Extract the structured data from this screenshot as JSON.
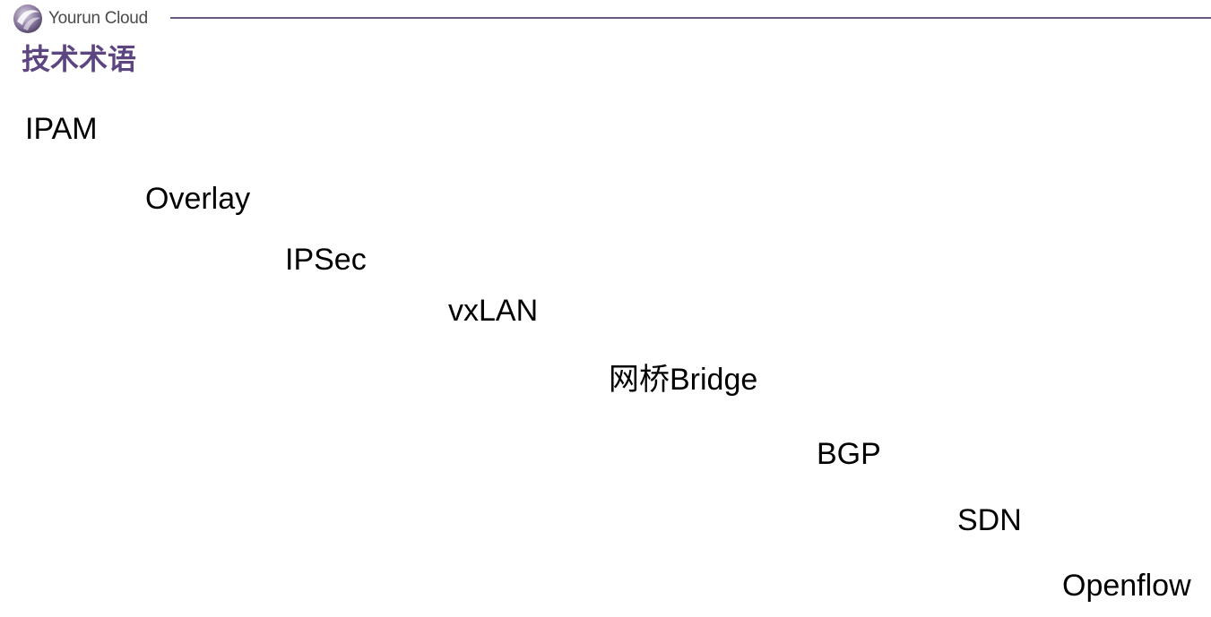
{
  "header": {
    "logo_text": "Yourun Cloud",
    "logo_icon": "yourun-cloud-logo-icon",
    "accent_color": "#6b5a80"
  },
  "slide": {
    "title": "技术术语",
    "title_color": "#5c4580",
    "terms": [
      "IPAM",
      "Overlay",
      "IPSec",
      "vxLAN",
      "网桥Bridge",
      "BGP",
      "SDN",
      "Openflow"
    ]
  }
}
